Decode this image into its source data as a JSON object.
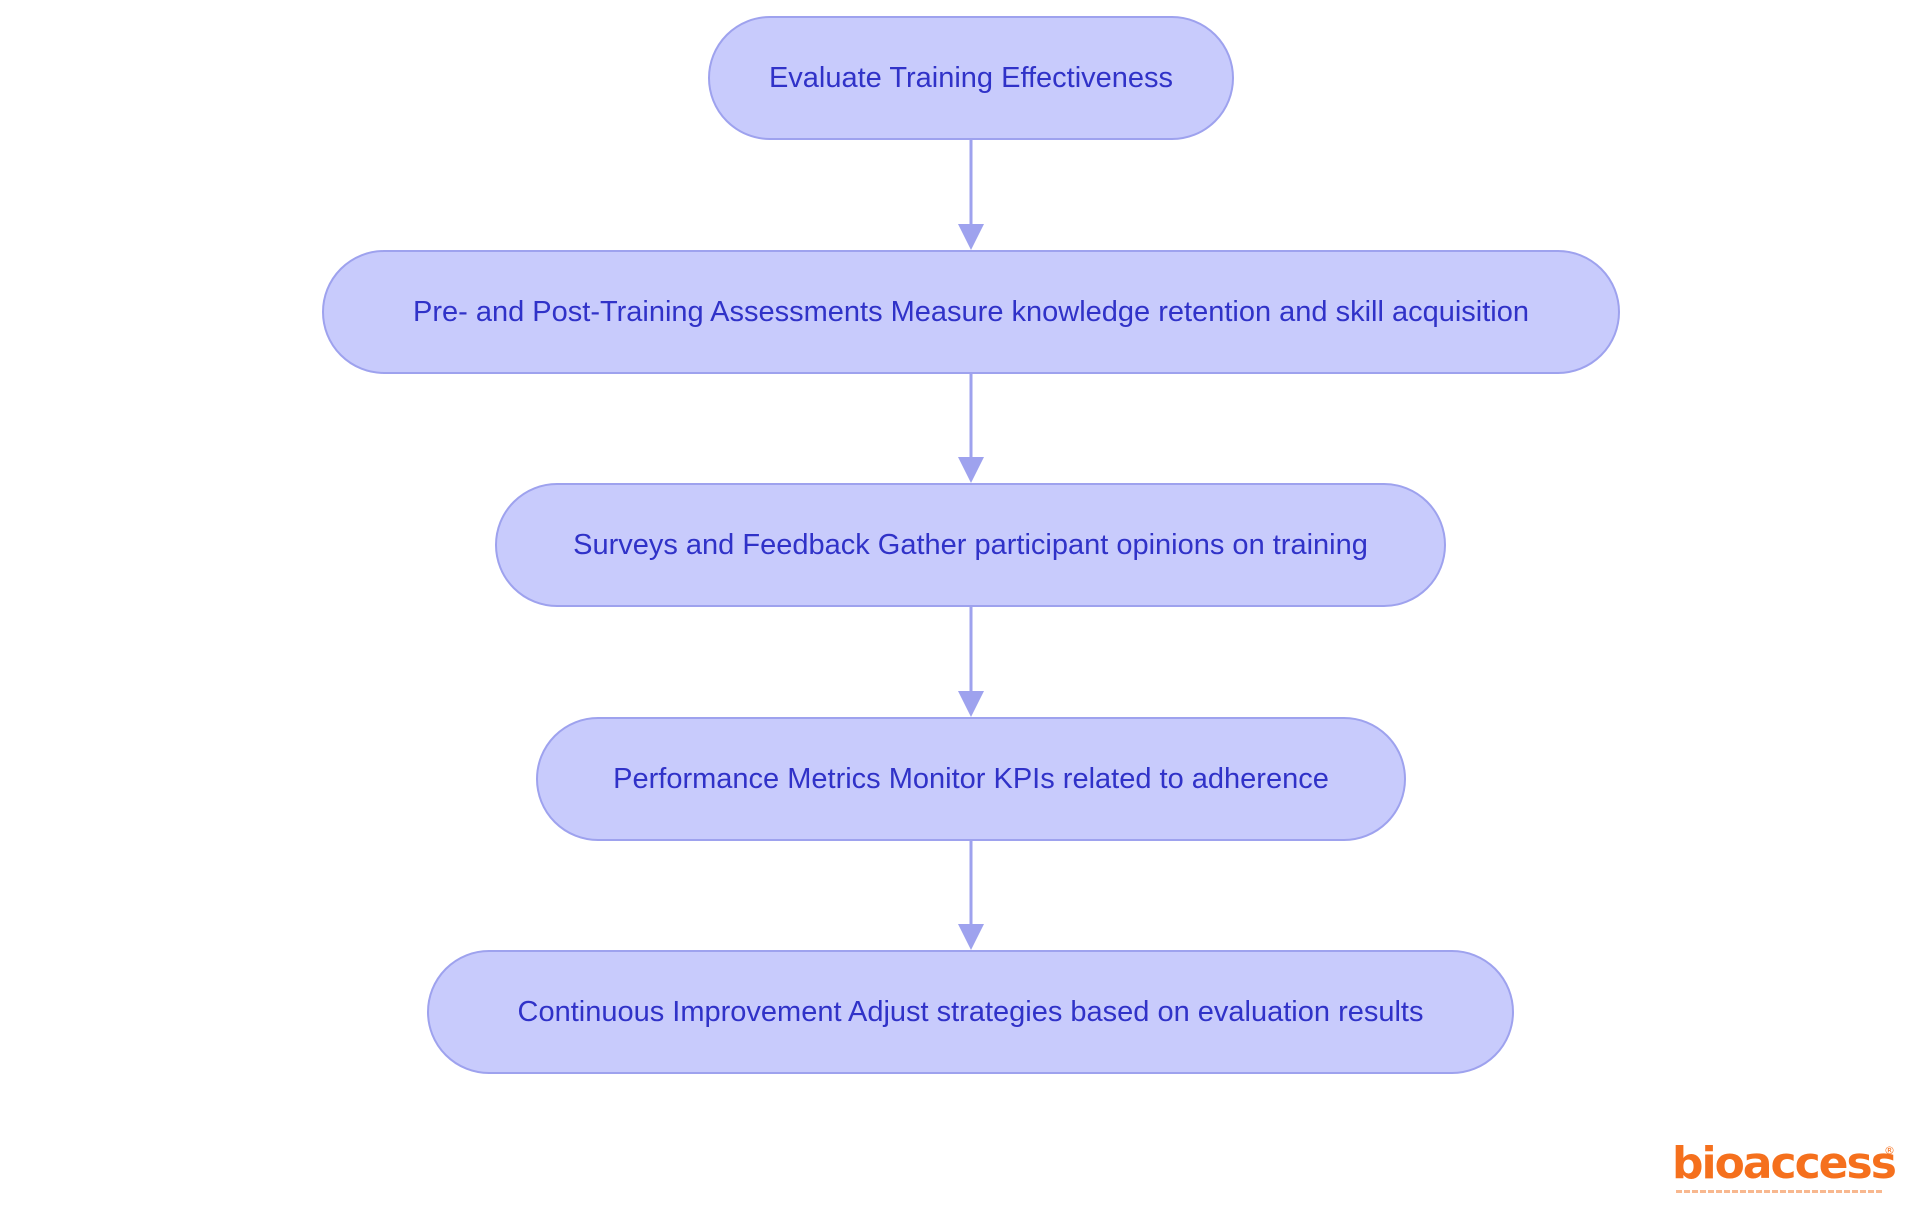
{
  "diagram": {
    "nodes": [
      {
        "id": "evaluate",
        "label": "Evaluate Training Effectiveness"
      },
      {
        "id": "assessments",
        "label": "Pre- and Post-Training Assessments Measure knowledge retention and skill acquisition"
      },
      {
        "id": "surveys",
        "label": "Surveys and Feedback Gather participant opinions on training"
      },
      {
        "id": "metrics",
        "label": "Performance Metrics Monitor KPIs related to adherence"
      },
      {
        "id": "improvement",
        "label": "Continuous Improvement Adjust strategies based on evaluation results"
      }
    ],
    "edges": [
      {
        "from": "evaluate",
        "to": "assessments"
      },
      {
        "from": "assessments",
        "to": "surveys"
      },
      {
        "from": "surveys",
        "to": "metrics"
      },
      {
        "from": "metrics",
        "to": "improvement"
      }
    ]
  },
  "colors": {
    "node_fill": "#c8cbfc",
    "node_border": "#9ea2ee",
    "node_text": "#3032c8",
    "edge": "#9ea2ee",
    "logo": "#f5701d"
  },
  "logo": {
    "wordmark": "bioaccess",
    "registered": "®"
  }
}
